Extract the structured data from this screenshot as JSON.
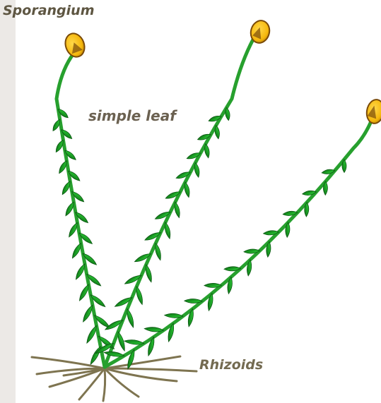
{
  "labels": {
    "sporangium": "Sporangium",
    "simple_leaf": "simple leaf",
    "rhizoids": "Rhizoids"
  },
  "colors": {
    "leaf_light": "#2fd63a",
    "leaf_dark": "#0a6a12",
    "stem": "#27a02e",
    "sporangium_fill": "#f5b70c",
    "sporangium_dark": "#7a4a08",
    "rhizoid": "#7e7450",
    "label_text": "#6b6151"
  }
}
